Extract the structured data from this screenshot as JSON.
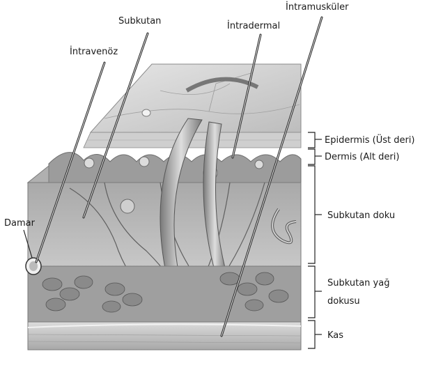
{
  "injection_labels": {
    "intramuscular": "İntramusküler",
    "subcutaneous": "Subkutan",
    "intradermal": "İntradermal",
    "intravenous": "İntravenöz"
  },
  "vessel_label": "Damar",
  "layer_labels": {
    "epidermis": "Epidermis (Üst deri)",
    "dermis": "Dermis (Alt deri)",
    "subcutaneous_tissue": "Subkutan doku",
    "subcutaneous_fat_line1": "Subkutan yağ",
    "subcutaneous_fat_line2": "dokusu",
    "muscle": "Kas"
  },
  "colors": {
    "ink": "#1a1a1a",
    "skin_top": "#d4d4d4",
    "dermis": "#9a9a9a",
    "subcutaneous": "#b3b3b3",
    "fat": "#8c8c8c",
    "muscle": "#c4c4c4"
  }
}
